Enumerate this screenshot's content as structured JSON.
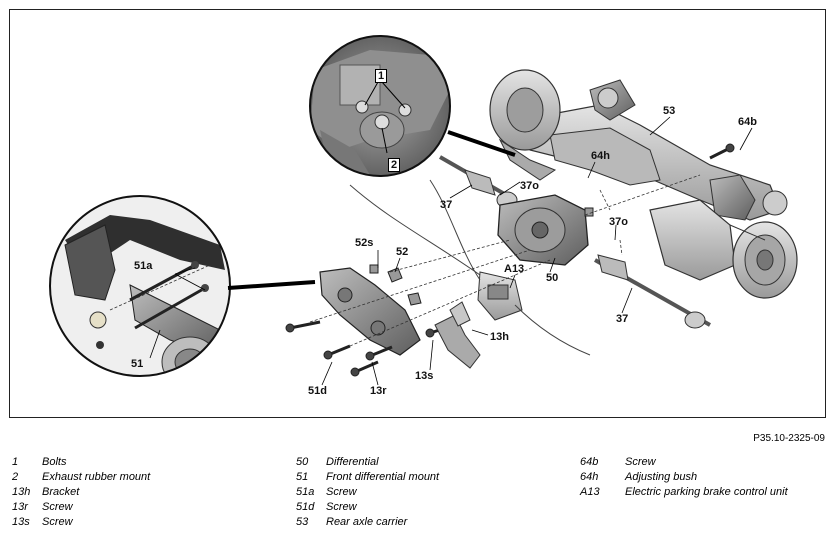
{
  "figure_code": "P35.10-2325-09",
  "callouts": {
    "c1": "1",
    "c2": "2",
    "c53": "53",
    "c64b": "64b",
    "c64h": "64h",
    "c37o_a": "37o",
    "c37_a": "37",
    "c37o_b": "37o",
    "c52s": "52s",
    "c52": "52",
    "c51a": "51a",
    "cA13": "A13",
    "c50": "50",
    "c37_b": "37",
    "c13h": "13h",
    "c51": "51",
    "c51d": "51d",
    "c13r": "13r",
    "c13s": "13s"
  },
  "legend": {
    "col1": [
      {
        "key": "1",
        "text": "Bolts"
      },
      {
        "key": "2",
        "text": "Exhaust rubber mount"
      },
      {
        "key": "13h",
        "text": "Bracket"
      },
      {
        "key": "13r",
        "text": "Screw"
      },
      {
        "key": "13s",
        "text": "Screw"
      }
    ],
    "col2": [
      {
        "key": "50",
        "text": "Differential"
      },
      {
        "key": "51",
        "text": "Front differential mount"
      },
      {
        "key": "51a",
        "text": "Screw"
      },
      {
        "key": "51d",
        "text": "Screw"
      },
      {
        "key": "53",
        "text": "Rear axle carrier"
      }
    ],
    "col3": [
      {
        "key": "64b",
        "text": "Screw"
      },
      {
        "key": "64h",
        "text": "Adjusting bush"
      },
      {
        "key": "A13",
        "text": "Electric parking brake control unit"
      }
    ]
  }
}
